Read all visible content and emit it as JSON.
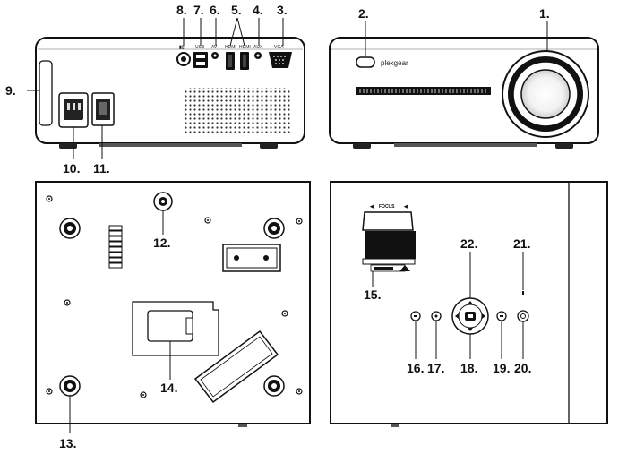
{
  "brand": "plexgear",
  "port_labels": {
    "usb": "USB",
    "av": "AV",
    "hdmi1": "HDMI",
    "hdmi2": "HDMI",
    "aux": "AUX",
    "vga": "VGA"
  },
  "focus_label": "FOCUS",
  "callouts": {
    "c1": "1.",
    "c2": "2.",
    "c3": "3.",
    "c4": "4.",
    "c5": "5.",
    "c6": "6.",
    "c7": "7.",
    "c8": "8.",
    "c9": "9.",
    "c10": "10.",
    "c11": "11.",
    "c12": "12.",
    "c13": "13.",
    "c14": "14.",
    "c15": "15.",
    "c16": "16.",
    "c17": "17.",
    "c18": "18.",
    "c19": "19.",
    "c20": "20.",
    "c21": "21.",
    "c22": "22."
  }
}
